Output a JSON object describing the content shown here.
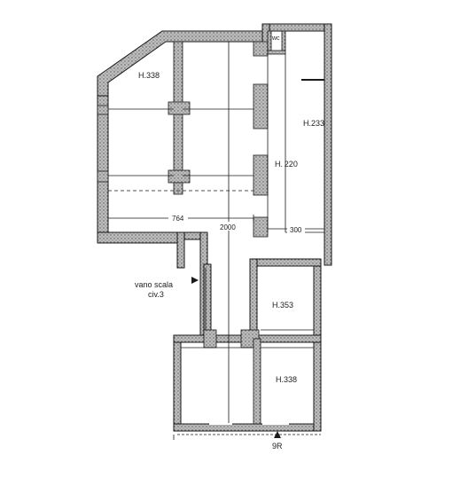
{
  "plan": {
    "rooms": {
      "room_nw_height": "H.338",
      "room_ne_height": "H.233",
      "corridor_height": "H. 220",
      "room_mid_height": "H.353",
      "room_se_height": "H.338",
      "wc_label": "wc"
    },
    "dimensions": {
      "width_764": "764",
      "length_2000": "2000",
      "width_300": "300"
    },
    "stair": {
      "line1": "vano scala",
      "line2": "civ.3"
    },
    "entrance": {
      "label": "9R"
    },
    "colors": {
      "wall_hatch": "#8a8a8a",
      "line": "#1a1a1a"
    }
  }
}
